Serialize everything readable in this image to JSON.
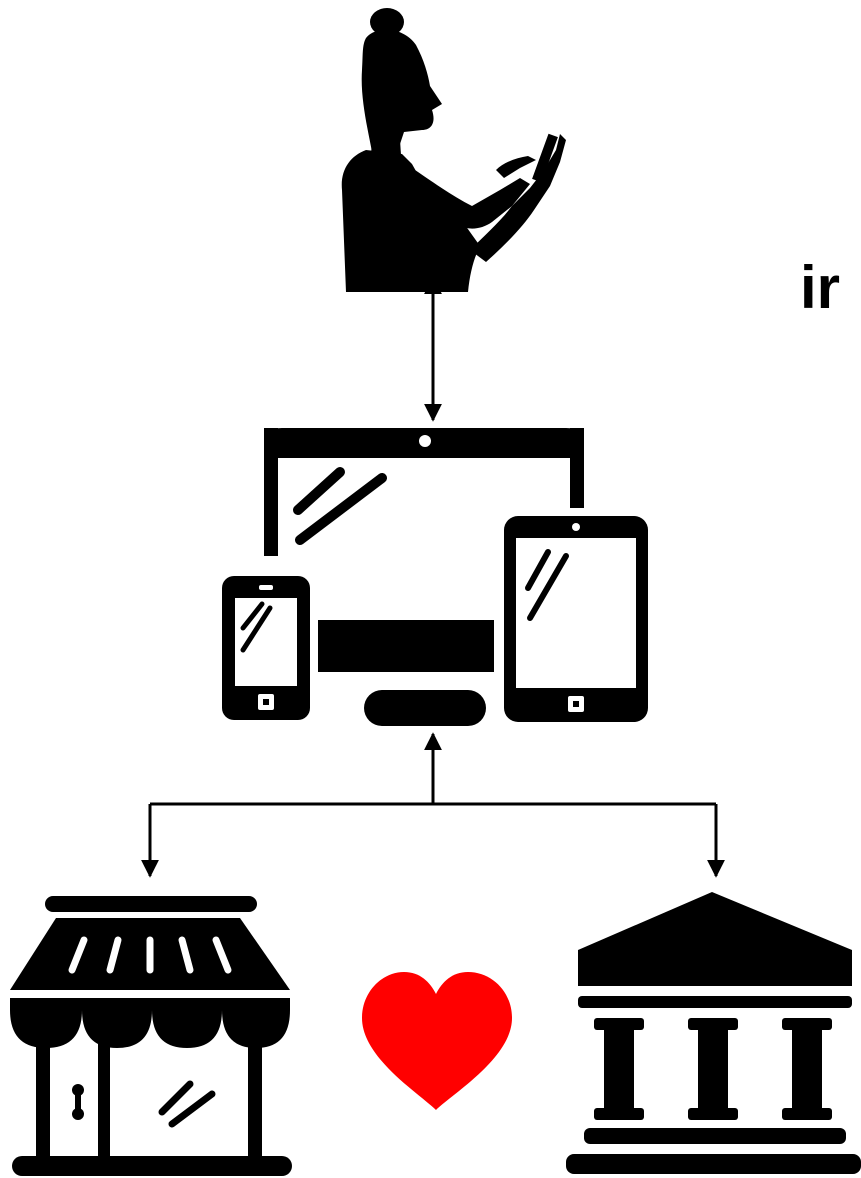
{
  "diagram": {
    "nodes": [
      {
        "id": "user",
        "icon": "woman-using-phone-icon"
      },
      {
        "id": "devices",
        "icon": "multi-device-icon"
      },
      {
        "id": "store",
        "icon": "storefront-icon"
      },
      {
        "id": "heart",
        "icon": "heart-icon"
      },
      {
        "id": "institution",
        "icon": "bank-building-icon"
      }
    ],
    "edges": [
      {
        "from": "user",
        "to": "devices",
        "direction": "both"
      },
      {
        "from": "store",
        "to": "devices",
        "direction": "to"
      },
      {
        "from": "devices",
        "to": "store",
        "direction": "to"
      },
      {
        "from": "devices",
        "to": "institution",
        "direction": "to"
      }
    ],
    "clipped_text": "ir"
  },
  "colors": {
    "ink": "#000000",
    "heart": "#ff0000",
    "background": "#ffffff"
  }
}
